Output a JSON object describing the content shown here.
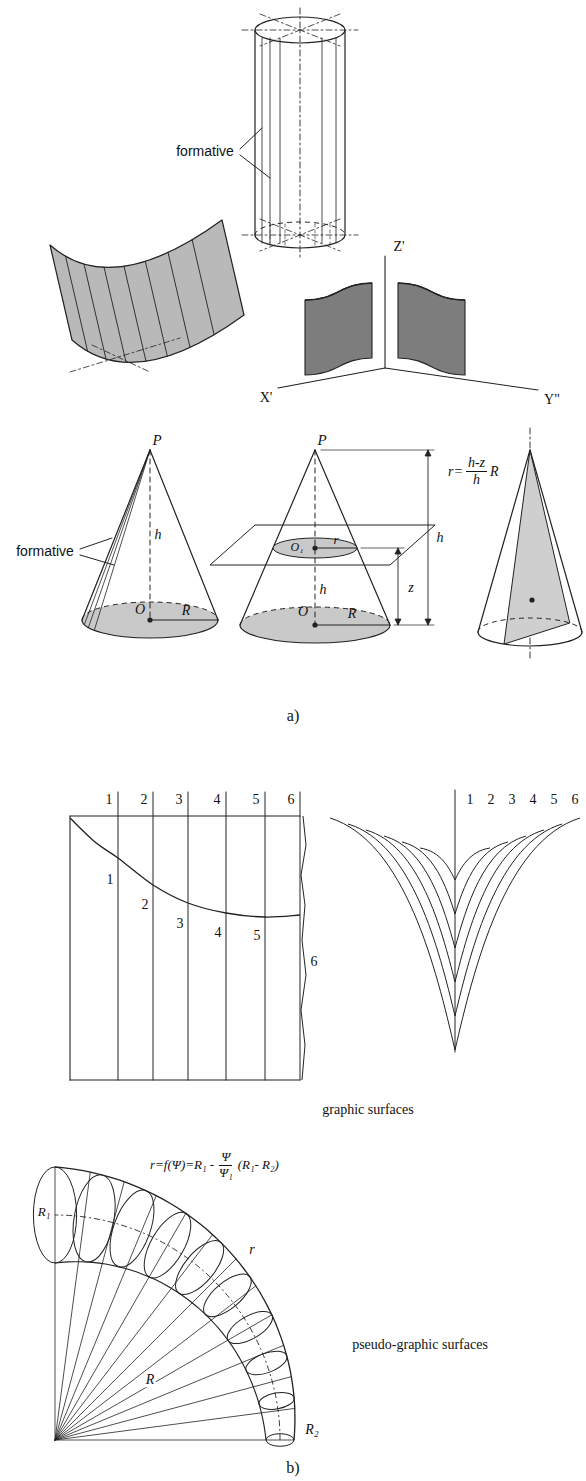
{
  "diagram": {
    "labels": [
      "formative",
      "Z'",
      "X'",
      "Y\"",
      "P",
      "h",
      "O",
      "R",
      "formative",
      "P",
      "O₁",
      "r",
      "h",
      "h",
      "z",
      "O",
      "R",
      "r=",
      "h-z",
      "h",
      "R",
      "a)",
      "1",
      "2",
      "3",
      "4",
      "5",
      "6",
      "1",
      "2",
      "3",
      "4",
      "5",
      "6",
      "1",
      "2",
      "3",
      "4",
      "5",
      "6",
      "graphic surfaces",
      "r=f(Ψ)=R₁ -",
      "Ψ",
      "Ψ₁",
      "(R₁- R₂)",
      "R₁",
      "r",
      "R",
      "R₂",
      "pseudo-graphic surfaces",
      "b)"
    ]
  }
}
